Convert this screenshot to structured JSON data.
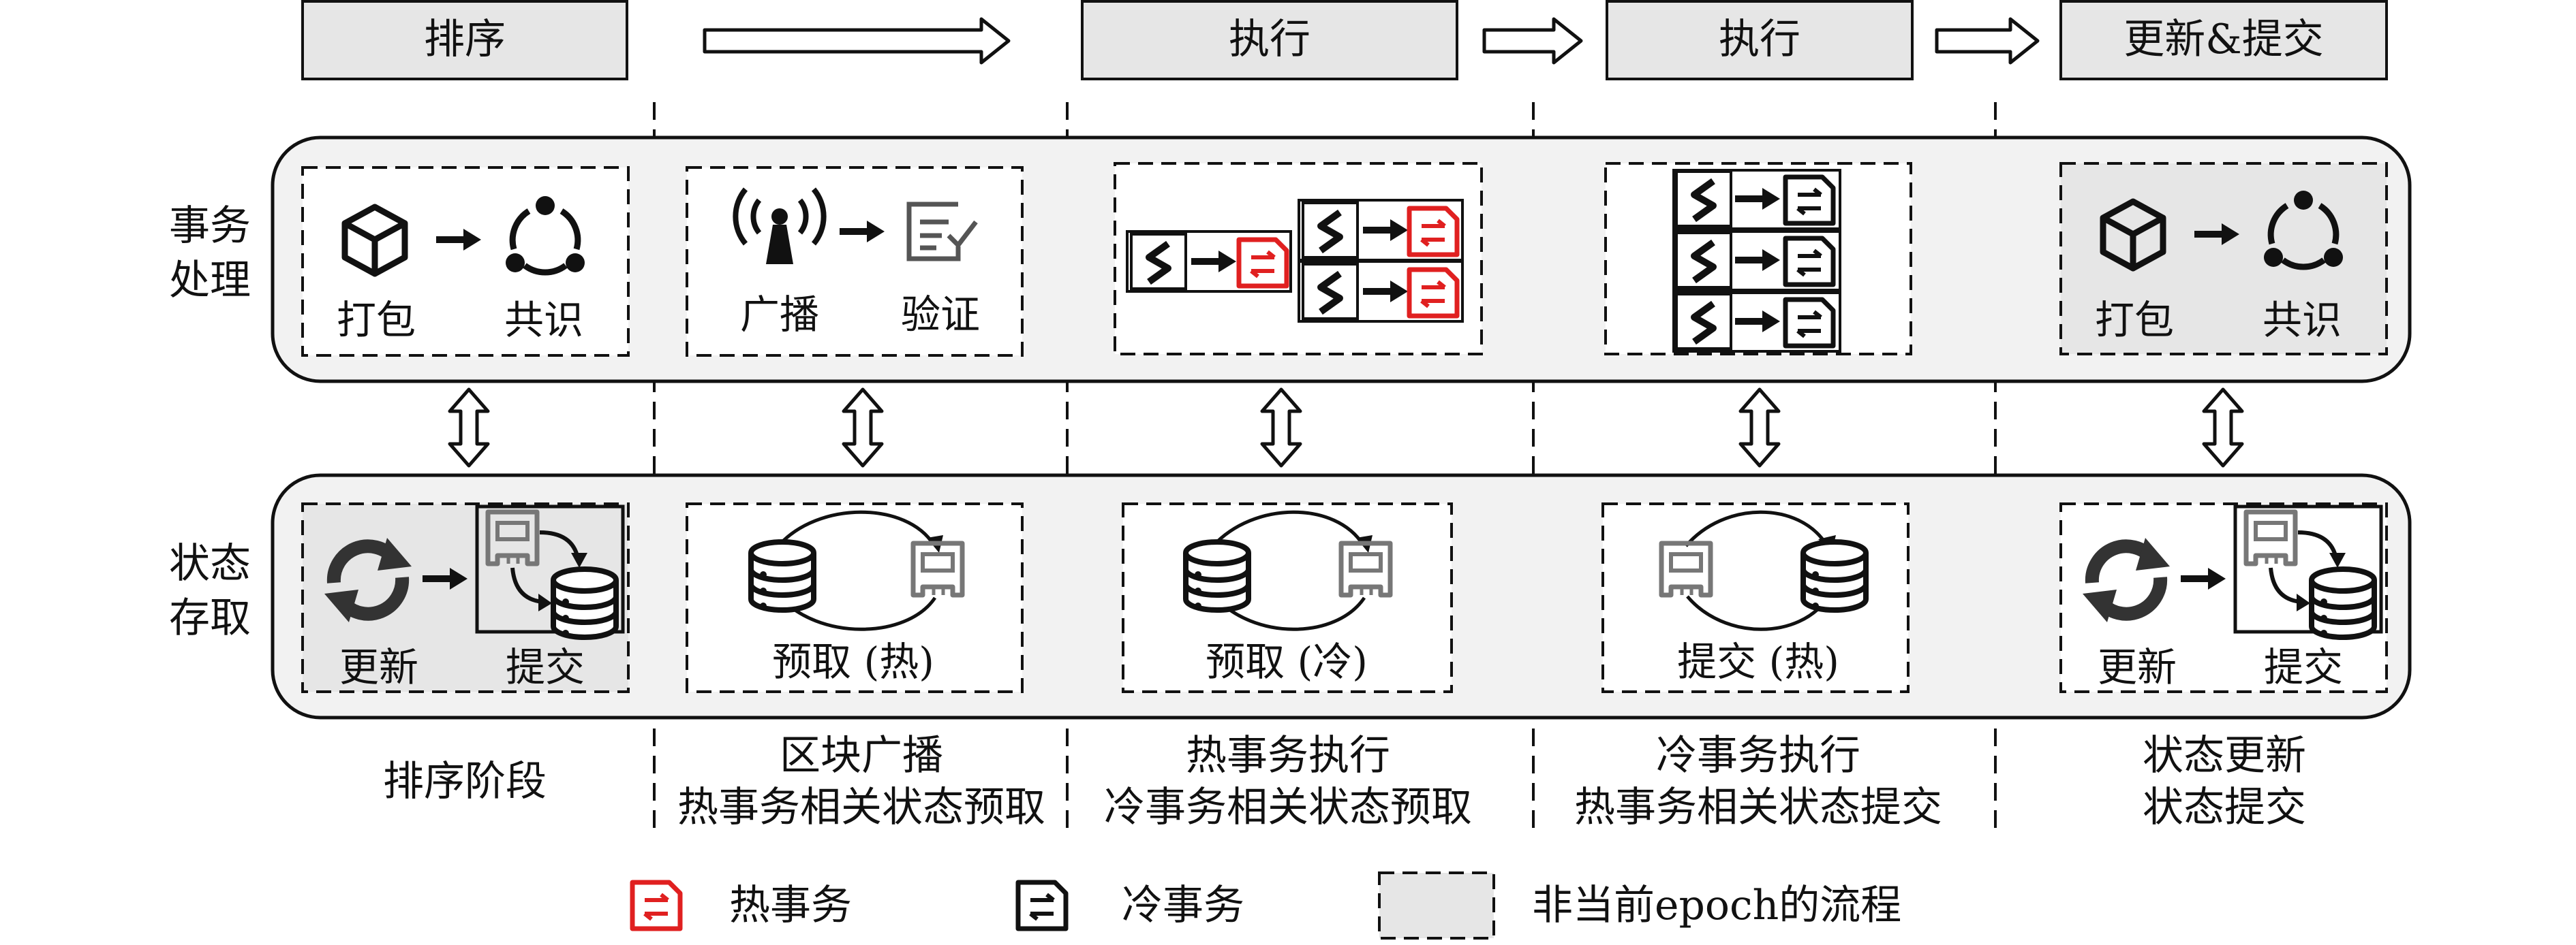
{
  "header": {
    "stage_sort": "排序",
    "stage_exec_1": "执行",
    "stage_exec_2": "执行",
    "stage_update_commit": "更新&提交"
  },
  "rows": {
    "tx_processing": [
      "事务",
      "处理"
    ],
    "state_access": [
      "状态",
      "存取"
    ]
  },
  "tx_row": {
    "pack": "打包",
    "consensus": "共识",
    "broadcast": "广播",
    "verify": "验证",
    "pack_2": "打包",
    "consensus_2": "共识"
  },
  "state_row": {
    "update": "更新",
    "commit": "提交",
    "prefetch_hot": "预取 (热)",
    "prefetch_cold": "预取 (冷)",
    "commit_hot": "提交 (热)",
    "update_2": "更新",
    "commit_2": "提交"
  },
  "phases": {
    "p1": [
      "排序阶段"
    ],
    "p2": [
      "区块广播",
      "热事务相关状态预取"
    ],
    "p3": [
      "热事务执行",
      "冷事务相关状态预取"
    ],
    "p4": [
      "冷事务执行",
      "热事务相关状态提交"
    ],
    "p5": [
      "状态更新",
      "状态提交"
    ]
  },
  "legend": {
    "hot_tx": "热事务",
    "cold_tx": "冷事务",
    "non_epoch": "非当前epoch的流程"
  },
  "colors": {
    "hot": "#e02020",
    "cold": "#111111",
    "shade": "#e6e6e6",
    "panel": "#f2f2f2"
  }
}
